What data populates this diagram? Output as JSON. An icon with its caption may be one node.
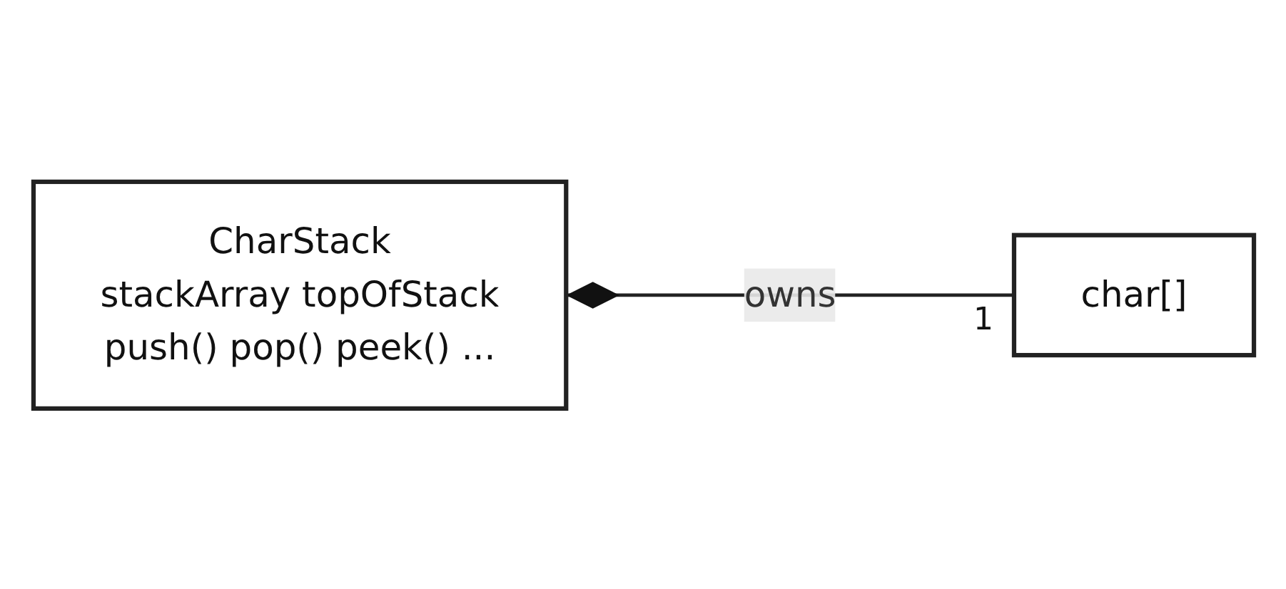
{
  "diagram": {
    "nodes": [
      {
        "text": [
          "CharStack",
          "stackArray topOfStack",
          "push() pop() peek() ..."
        ]
      },
      {
        "text": [
          "char[]"
        ]
      }
    ],
    "edges": [
      {
        "from": 0,
        "to": 1,
        "arrow": "other",
        "label": "owns"
      }
    ],
    "labels": [
      "1"
    ]
  }
}
